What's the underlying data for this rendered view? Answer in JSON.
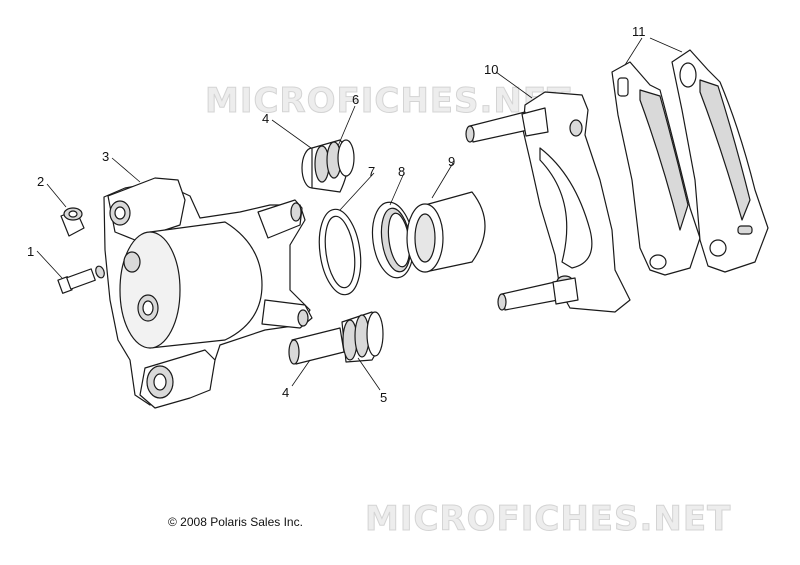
{
  "watermark": {
    "top_text": "MICROFICHES.NET",
    "bottom_text": "MICROFICHES.NET"
  },
  "copyright": "© 2008 Polaris Sales Inc.",
  "callouts": {
    "c1": "1",
    "c2": "2",
    "c3": "3",
    "c4a": "4",
    "c4b": "4",
    "c5": "5",
    "c6": "6",
    "c7": "7",
    "c8": "8",
    "c9": "9",
    "c10": "10",
    "c11": "11"
  },
  "colors": {
    "line": "#1a1a1a",
    "fill": "#ffffff",
    "shade": "#d9d9d9",
    "watermark": "#d4d4d4"
  }
}
